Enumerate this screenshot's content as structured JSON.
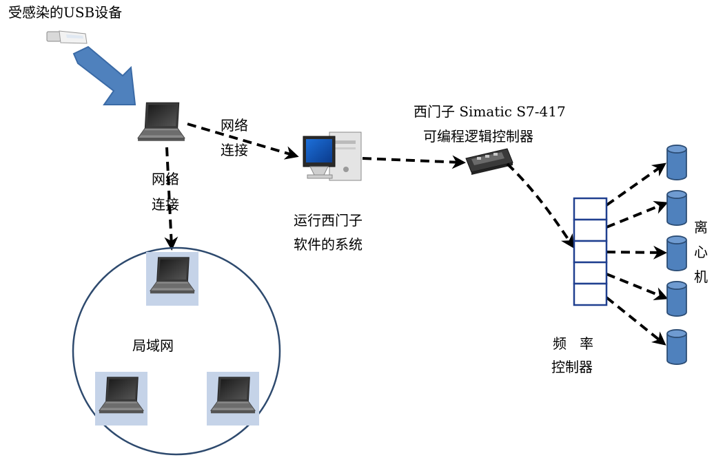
{
  "labels": {
    "infected_usb": "受感染的USB设备",
    "network_link_left": [
      "网络",
      "连接"
    ],
    "network_link_top": [
      "网络",
      "连接"
    ],
    "pc_system": [
      "运行西门子",
      "软件的系统"
    ],
    "plc": [
      "西门子 Simatic S7-417",
      "可编程逻辑控制器"
    ],
    "lan": "局域网",
    "frequency_controller": [
      "频   率",
      "控制器"
    ],
    "centrifuge": [
      "离",
      "心",
      "机"
    ]
  },
  "colors": {
    "arrow_blue": "#4f81bd",
    "circle_stroke": "#2e4a6e",
    "cylinder_fill": "#4f81bd",
    "cylinder_stroke": "#2c4d75",
    "controller_stroke": "#1f3f8f",
    "laptop_bg": "#c5d3e8"
  },
  "icons": {
    "usb": "usb-drive-icon",
    "laptop": "laptop-icon",
    "desktop": "desktop-computer-icon",
    "plc": "plc-board-icon",
    "centrifuge": "cylinder-icon"
  }
}
